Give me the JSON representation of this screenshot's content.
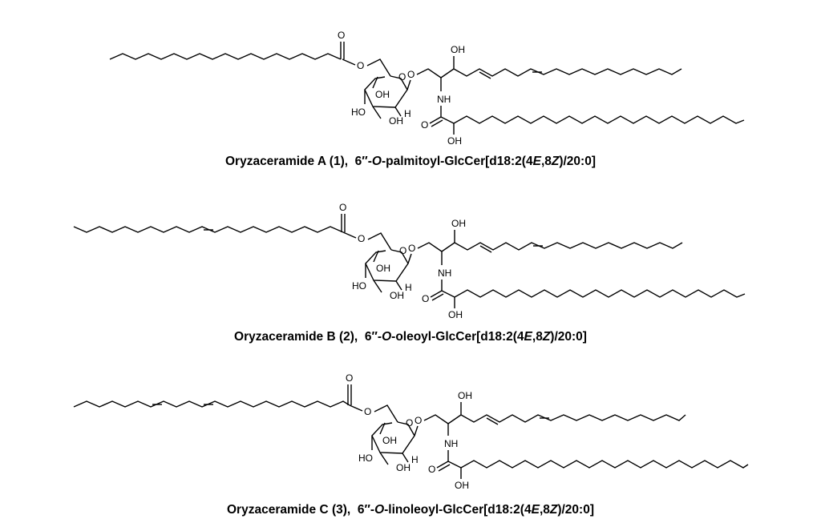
{
  "labels": {
    "carbonyl_o": "O",
    "ester_o": "O",
    "ring_o": "O",
    "glyco_o": "O",
    "oh": "OH",
    "ho": "HO",
    "h": "H",
    "nh": "NH"
  },
  "compounds": [
    {
      "name": "Oryzaceramide A (1),",
      "prefix": "6″-",
      "o_italic": "O",
      "acyl": "-palmitoyl-GlcCer[d18:2(4",
      "e": "E",
      "comma8": ",8",
      "z": "Z",
      "tail": ")/20:0]"
    },
    {
      "name": "Oryzaceramide B (2),",
      "prefix": "6″-",
      "o_italic": "O",
      "acyl": "-oleoyl-GlcCer[d18:2(4",
      "e": "E",
      "comma8": ",8",
      "z": "Z",
      "tail": ")/20:0]"
    },
    {
      "name": "Oryzaceramide C (3),",
      "prefix": "6″-",
      "o_italic": "O",
      "acyl": "-linoleoyl-GlcCer[d18:2(4",
      "e": "E",
      "comma8": ",8",
      "z": "Z",
      "tail": ")/20:0]"
    }
  ]
}
